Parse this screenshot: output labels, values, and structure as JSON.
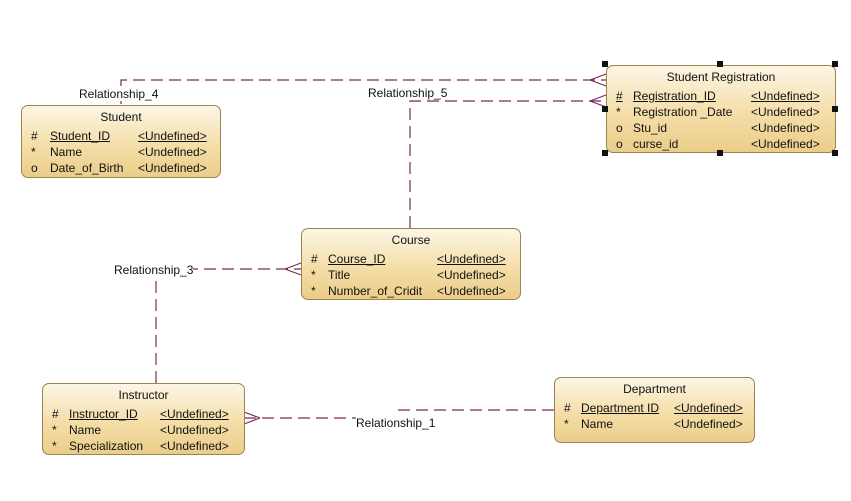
{
  "entities": {
    "student": {
      "title": "Student",
      "attributes": [
        {
          "mark": "#",
          "name": "Student_ID",
          "type": "<Undefined>"
        },
        {
          "mark": "*",
          "name": "Name",
          "type": "<Undefined>"
        },
        {
          "mark": "o",
          "name": "Date_of_Birth",
          "type": "<Undefined>"
        }
      ]
    },
    "student_registration": {
      "title": "Student Registration",
      "attributes": [
        {
          "mark": "#",
          "name": "Registration_ID",
          "type": "<Undefined>"
        },
        {
          "mark": "*",
          "name": "Registration _Date",
          "type": "<Undefined>"
        },
        {
          "mark": "o",
          "name": "Stu_id",
          "type": "<Undefined>"
        },
        {
          "mark": "o",
          "name": "curse_id",
          "type": "<Undefined>"
        }
      ]
    },
    "course": {
      "title": "Course",
      "attributes": [
        {
          "mark": "#",
          "name": "Course_ID",
          "type": "<Undefined>"
        },
        {
          "mark": "*",
          "name": "Title",
          "type": "<Undefined>"
        },
        {
          "mark": "*",
          "name": "Number_of_Cridit",
          "type": "<Undefined>"
        }
      ]
    },
    "instructor": {
      "title": "Instructor",
      "attributes": [
        {
          "mark": "#",
          "name": "Instructor_ID",
          "type": "<Undefined>"
        },
        {
          "mark": "*",
          "name": "Name",
          "type": "<Undefined>"
        },
        {
          "mark": "*",
          "name": "Specialization",
          "type": "<Undefined>"
        }
      ]
    },
    "department": {
      "title": "Department",
      "attributes": [
        {
          "mark": "#",
          "name": "Department ID",
          "type": "<Undefined>"
        },
        {
          "mark": "*",
          "name": "Name",
          "type": "<Undefined>"
        }
      ]
    }
  },
  "relationships": {
    "r1": "Relationship_1",
    "r3": "Relationship_3",
    "r4": "Relationship_4",
    "r5": "Relationship_5"
  },
  "colors": {
    "line": "#7a2a5a",
    "entity_fill": "#f4dea8",
    "entity_border": "#9a8450"
  }
}
